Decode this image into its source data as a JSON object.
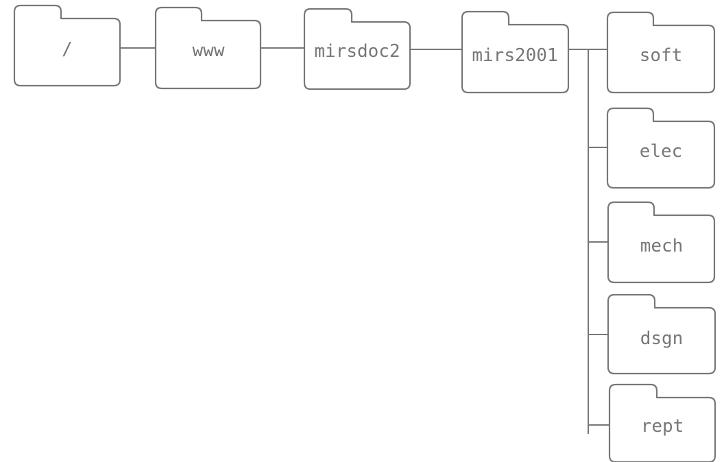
{
  "diagram": {
    "colors": {
      "stroke": "#777777",
      "text": "#777777",
      "background": "#ffffff"
    },
    "folders": {
      "root": {
        "label": "/",
        "icon": "folder-icon"
      },
      "www": {
        "label": "www",
        "icon": "folder-icon"
      },
      "mirsdoc2": {
        "label": "mirsdoc2",
        "icon": "folder-icon"
      },
      "mirs2001": {
        "label": "mirs2001",
        "icon": "folder-icon"
      },
      "soft": {
        "label": "soft",
        "icon": "folder-icon"
      },
      "elec": {
        "label": "elec",
        "icon": "folder-icon"
      },
      "mech": {
        "label": "mech",
        "icon": "folder-icon"
      },
      "dsgn": {
        "label": "dsgn",
        "icon": "folder-icon"
      },
      "rept": {
        "label": "rept",
        "icon": "folder-icon"
      }
    },
    "hierarchy": [
      {
        "parent": "root",
        "child": "www"
      },
      {
        "parent": "www",
        "child": "mirsdoc2"
      },
      {
        "parent": "mirsdoc2",
        "child": "mirs2001"
      },
      {
        "parent": "mirs2001",
        "child": "soft"
      },
      {
        "parent": "mirs2001",
        "child": "elec"
      },
      {
        "parent": "mirs2001",
        "child": "mech"
      },
      {
        "parent": "mirs2001",
        "child": "dsgn"
      },
      {
        "parent": "mirs2001",
        "child": "rept"
      }
    ]
  }
}
